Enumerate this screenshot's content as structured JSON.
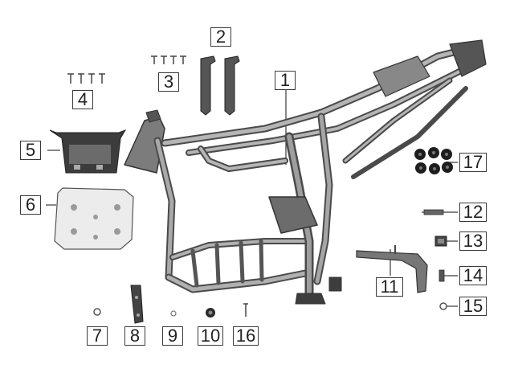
{
  "diagram": {
    "type": "exploded-parts-diagram",
    "callouts": [
      {
        "id": "c1",
        "label": "1"
      },
      {
        "id": "c2",
        "label": "2"
      },
      {
        "id": "c3",
        "label": "3"
      },
      {
        "id": "c4",
        "label": "4"
      },
      {
        "id": "c5",
        "label": "5"
      },
      {
        "id": "c6",
        "label": "6"
      },
      {
        "id": "c7",
        "label": "7"
      },
      {
        "id": "c8",
        "label": "8"
      },
      {
        "id": "c9",
        "label": "9"
      },
      {
        "id": "c10",
        "label": "10"
      },
      {
        "id": "c11",
        "label": "11"
      },
      {
        "id": "c12",
        "label": "12"
      },
      {
        "id": "c13",
        "label": "13"
      },
      {
        "id": "c14",
        "label": "14"
      },
      {
        "id": "c15",
        "label": "15"
      },
      {
        "id": "c16",
        "label": "16"
      },
      {
        "id": "c17",
        "label": "17"
      }
    ]
  }
}
